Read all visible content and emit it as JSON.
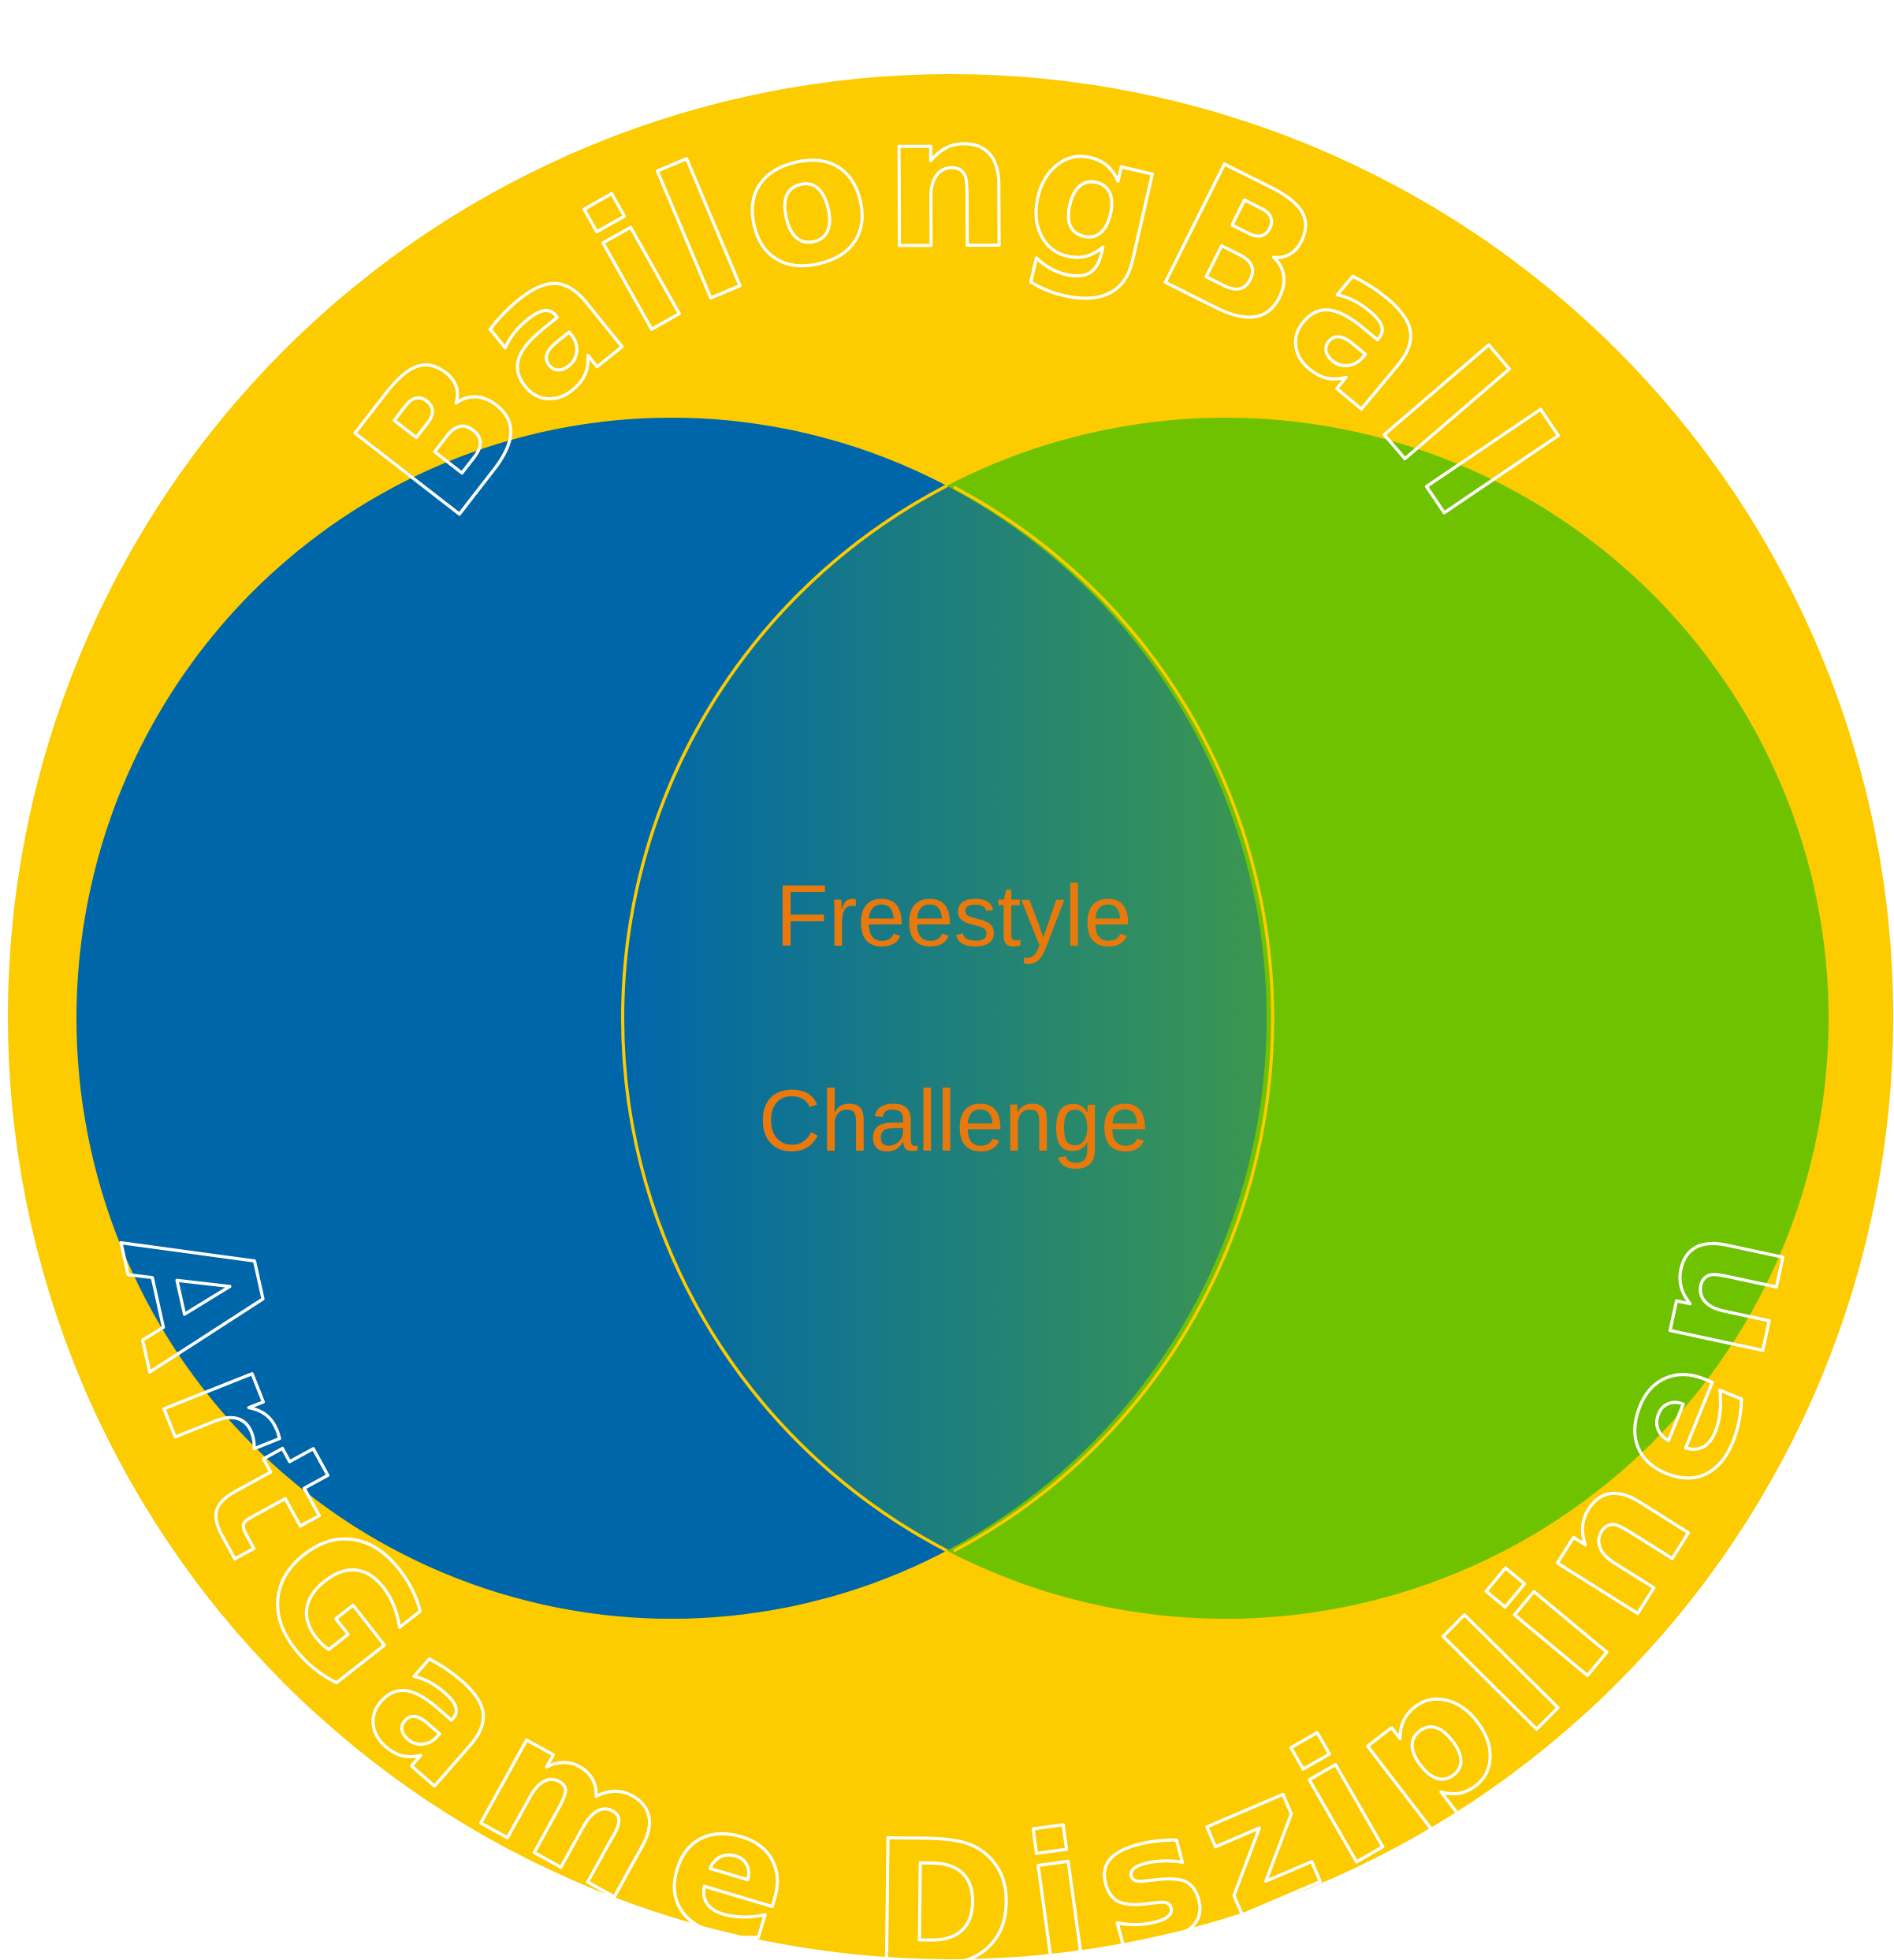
{
  "diagram": {
    "outer_label_top": "BailongBall",
    "outer_label_bottom": "ArtGame Disziplinen",
    "intersection_label_line1": "Freestyle",
    "intersection_label_line2": "Challenge"
  },
  "colors": {
    "outer_circle": "#fccb00",
    "left_circle": "#0066aa",
    "right_circle": "#6fc200",
    "intersection_outline": "#fccb00",
    "text_outline": "#ffffff",
    "intersection_text": "#e8790d"
  }
}
